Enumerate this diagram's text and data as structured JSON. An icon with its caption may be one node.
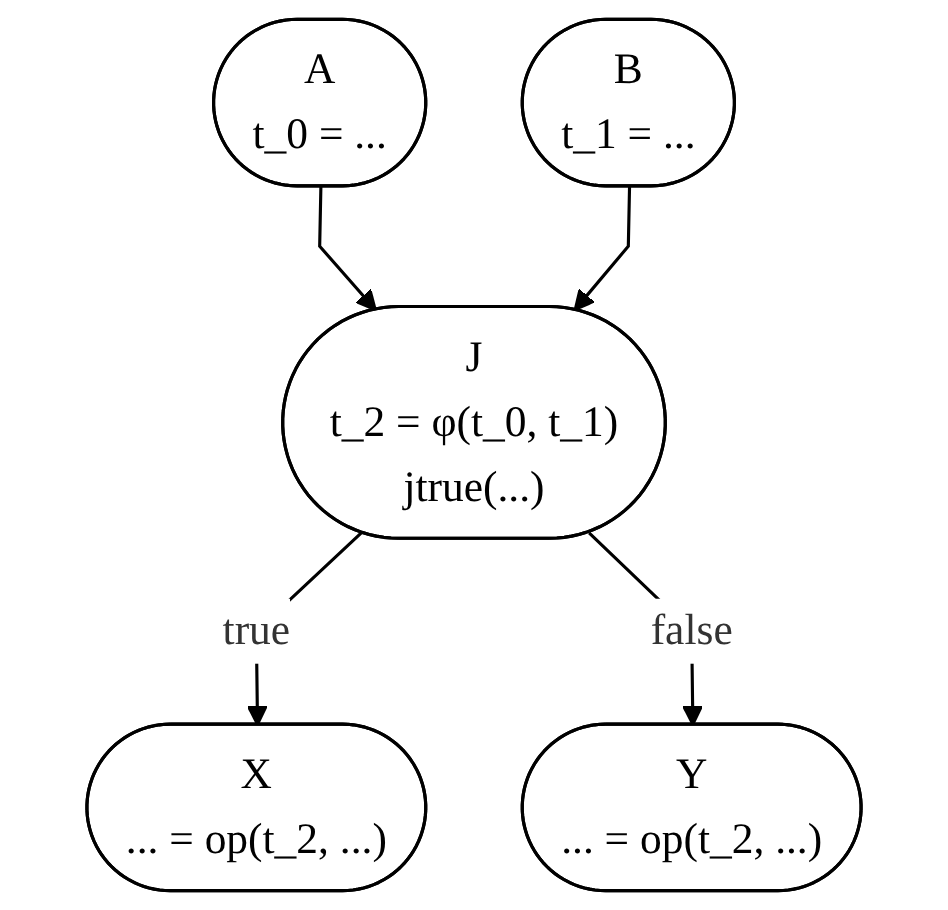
{
  "diagram": {
    "nodes": [
      {
        "text": [
          "A",
          "t_0 = ..."
        ]
      },
      {
        "text": [
          "B",
          "t_1 = ..."
        ]
      },
      {
        "text": [
          "J",
          "t_2 = φ(t_0, t_1)",
          "jtrue(...)"
        ]
      },
      {
        "text": [
          "X",
          "... = op(t_2, ...)"
        ]
      },
      {
        "text": [
          "Y",
          "... = op(t_2, ...)"
        ]
      }
    ],
    "edges": [
      {
        "from": 0,
        "to": 2,
        "arrow": "to"
      },
      {
        "from": 1,
        "to": 2,
        "arrow": "to"
      },
      {
        "from": 2,
        "to": 3,
        "label": "true",
        "arrow": "to"
      },
      {
        "from": 2,
        "to": 4,
        "label": "false",
        "arrow": "to"
      }
    ]
  }
}
